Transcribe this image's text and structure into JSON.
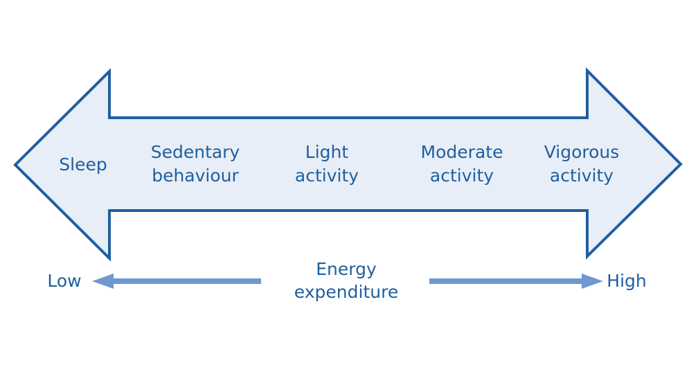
{
  "diagram": {
    "categories": [
      {
        "line1": "Sleep",
        "line2": ""
      },
      {
        "line1": "Sedentary",
        "line2": "behaviour"
      },
      {
        "line1": "Light",
        "line2": "activity"
      },
      {
        "line1": "Moderate",
        "line2": "activity"
      },
      {
        "line1": "Vigorous",
        "line2": "activity"
      }
    ],
    "scale": {
      "low": "Low",
      "high": "High",
      "title_line1": "Energy",
      "title_line2": "expenditure"
    },
    "colors": {
      "arrow_fill": "#e8eef7",
      "arrow_stroke": "#1f5f9e",
      "text": "#1f5f9e",
      "scale_arrow": "#6f98d1"
    }
  }
}
